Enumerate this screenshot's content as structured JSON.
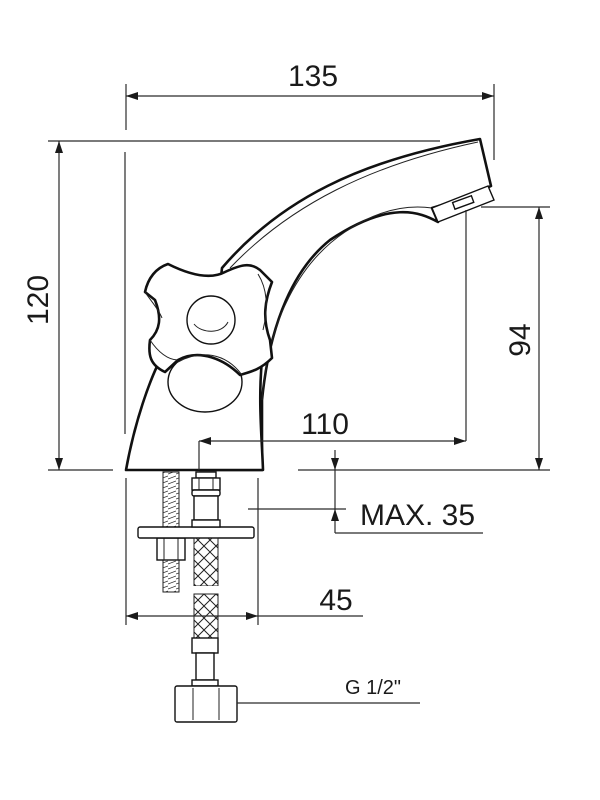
{
  "drawing": {
    "title": "Basin mixer dimensional drawing",
    "stroke_color": "#111111",
    "background": "#ffffff"
  },
  "dimensions": {
    "overall_width": {
      "label": "135",
      "unit": "mm"
    },
    "overall_height": {
      "label": "120",
      "unit": "mm"
    },
    "spout_height": {
      "label": "94",
      "unit": "mm"
    },
    "spout_reach": {
      "label": "110",
      "unit": "mm"
    },
    "max_deck_thickness": {
      "label": "MAX. 35",
      "unit": "mm"
    },
    "base_width": {
      "label": "45",
      "unit": "mm"
    },
    "connection_thread": {
      "label": "G 1/2\""
    }
  }
}
